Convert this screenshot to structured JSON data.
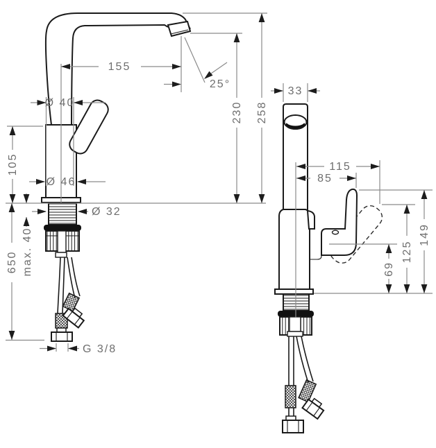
{
  "drawing": {
    "colors": {
      "object_line": "#1a1a1a",
      "dimension_line": "#8a8a8a",
      "dimension_text": "#6e6e6e",
      "background": "#ffffff"
    }
  },
  "side_view": {
    "reach": "155",
    "spout_angle": "25°",
    "spout_dia": "Ø 40",
    "body_height": "105",
    "body_dia": "Ø 46",
    "shank_dia": "Ø 32",
    "max_deck": "max. 40",
    "hose_length": "650",
    "thread": "G 3/8"
  },
  "front_view": {
    "spout_width": "33",
    "outlet_height": "230",
    "total_height": "258",
    "handle_reach_open": "115",
    "handle_reach": "85",
    "handle_h1": "69",
    "handle_h2": "125",
    "handle_h3": "149"
  }
}
